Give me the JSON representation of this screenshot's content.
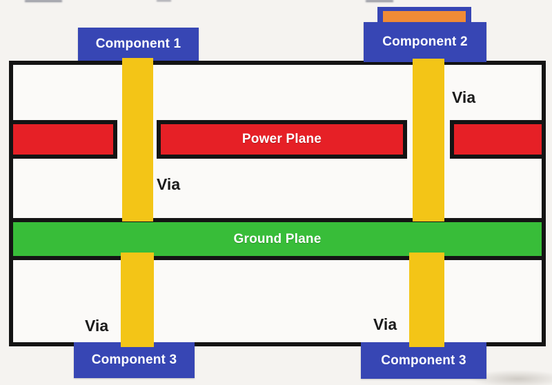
{
  "title": "PCB layer stack-up cross-section diagram",
  "colors": {
    "background": "#f5f3f0",
    "board_fill": "#fbfaf8",
    "board_outline": "#141414",
    "component_blue": "#3746b4",
    "via_yellow": "#f3c517",
    "power_plane_red": "#e62026",
    "ground_plane_green": "#38bd39",
    "chip_orange": "#f08b36",
    "plane_label_text": "#ffffff",
    "via_label_text": "#1b1b1b"
  },
  "diagram": {
    "components": {
      "c1": {
        "label": "Component 1"
      },
      "c2": {
        "label": "Component 2"
      },
      "c3_left": {
        "label": "Component 3"
      },
      "c3_right": {
        "label": "Component 3"
      }
    },
    "planes": {
      "power": {
        "label": "Power Plane"
      },
      "ground": {
        "label": "Ground Plane"
      }
    },
    "vias": {
      "top_left": {
        "label": "Via"
      },
      "top_right": {
        "label": "Via"
      },
      "bottom_left": {
        "label": "Via"
      },
      "bottom_right": {
        "label": "Via"
      }
    }
  }
}
